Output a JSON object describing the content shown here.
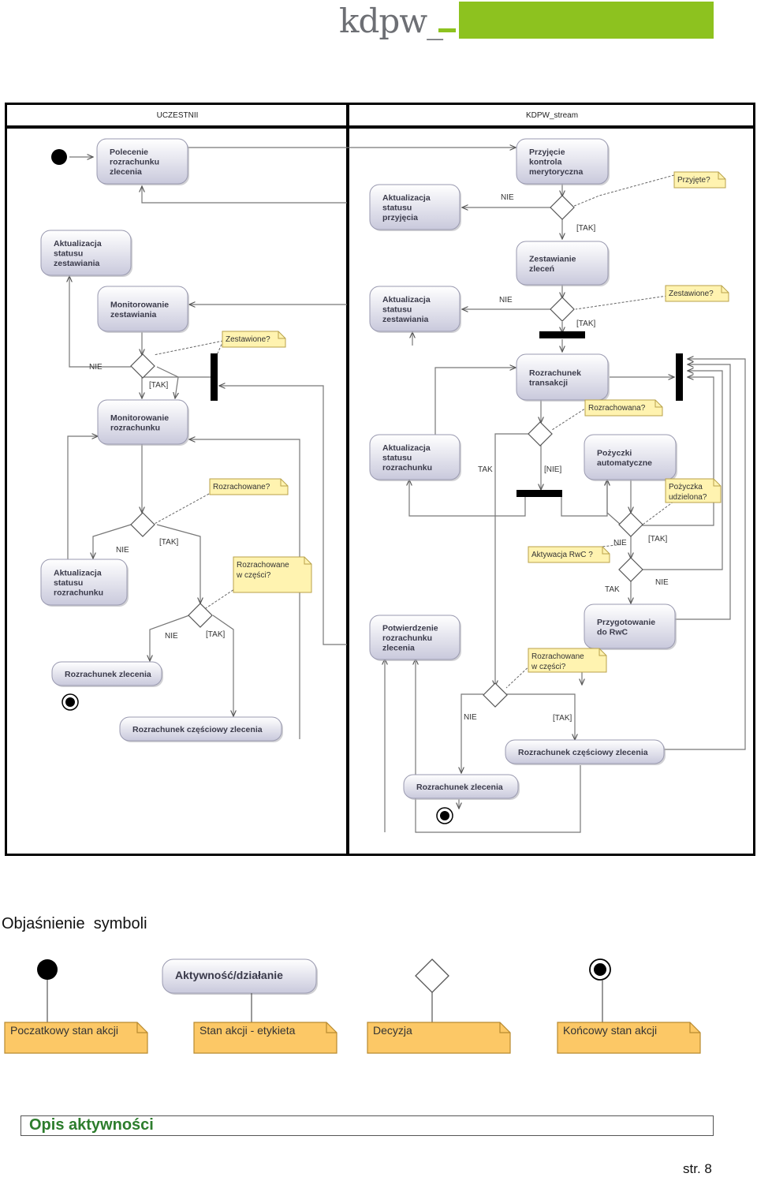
{
  "header": {
    "logo_text": "kdpw_"
  },
  "diagram": {
    "lanes": [
      "UCZESTNII",
      "KDPW_stream"
    ],
    "activities": [
      {
        "id": "a1",
        "lines": [
          "Polecenie",
          "rozrachunku",
          "zlecenia"
        ]
      },
      {
        "id": "a2",
        "lines": [
          "Przyjęcie",
          "kontrola",
          "merytoryczna"
        ]
      },
      {
        "id": "a3",
        "lines": [
          "Aktualizacja",
          "statusu",
          "przyjęcia"
        ]
      },
      {
        "id": "a4",
        "lines": [
          "Aktualizacja",
          "statusu",
          "zestawiania"
        ]
      },
      {
        "id": "a5",
        "lines": [
          "Zestawianie",
          "zleceń"
        ]
      },
      {
        "id": "a6",
        "lines": [
          "Monitorowanie",
          "zestawiania"
        ]
      },
      {
        "id": "a7",
        "lines": [
          "Aktualizacja",
          "statusu",
          "zestawiania"
        ]
      },
      {
        "id": "a8",
        "lines": [
          "Rozrachunek",
          "transakcji"
        ]
      },
      {
        "id": "a9",
        "lines": [
          "Monitorowanie",
          "rozrachunku"
        ]
      },
      {
        "id": "a10",
        "lines": [
          "Aktualizacja",
          "statusu",
          "rozrachunku"
        ]
      },
      {
        "id": "a11",
        "lines": [
          "Pożyczki",
          "automatyczne"
        ]
      },
      {
        "id": "a12",
        "lines": [
          "Aktualizacja",
          "statusu",
          "rozrachunku"
        ]
      },
      {
        "id": "a13",
        "lines": [
          "Potwierdzenie",
          "rozrachunku",
          "zlecenia"
        ]
      },
      {
        "id": "a14",
        "lines": [
          "Przygotowanie",
          "do RwC"
        ]
      },
      {
        "id": "a15",
        "lines": [
          "Rozrachunek zlecenia"
        ]
      },
      {
        "id": "a16",
        "lines": [
          "Rozrachunek częściowy zlecenia"
        ]
      },
      {
        "id": "a17",
        "lines": [
          "Rozrachunek częściowy zlecenia"
        ]
      },
      {
        "id": "a18",
        "lines": [
          "Rozrachunek zlecenia"
        ]
      }
    ],
    "notes": [
      {
        "id": "n1",
        "lines": [
          "Przyjęte?"
        ]
      },
      {
        "id": "n2",
        "lines": [
          "Zestawione?"
        ]
      },
      {
        "id": "n3",
        "lines": [
          "Zestawione?"
        ]
      },
      {
        "id": "n4",
        "lines": [
          "Rozrachowana?"
        ]
      },
      {
        "id": "n5",
        "lines": [
          "Rozrachowane?"
        ]
      },
      {
        "id": "n6",
        "lines": [
          "Pożyczka",
          "udzielona?"
        ]
      },
      {
        "id": "n7",
        "lines": [
          "Rozrachowane",
          "w części?"
        ]
      },
      {
        "id": "n8",
        "lines": [
          "Aktywacja RwC ?"
        ]
      },
      {
        "id": "n9",
        "lines": [
          "Rozrachowane",
          "w części?"
        ]
      }
    ],
    "guards": [
      {
        "id": "g1",
        "text": "NIE"
      },
      {
        "id": "g2",
        "text": "[TAK]"
      },
      {
        "id": "g3",
        "text": "NIE"
      },
      {
        "id": "g4",
        "text": "[TAK]"
      },
      {
        "id": "g5",
        "text": "NIE"
      },
      {
        "id": "g6",
        "text": "[TAK]"
      },
      {
        "id": "g7",
        "text": "TAK"
      },
      {
        "id": "g8",
        "text": "[NIE]"
      },
      {
        "id": "g9",
        "text": "NIE"
      },
      {
        "id": "g10",
        "text": "[TAK]"
      },
      {
        "id": "g11",
        "text": "NIE"
      },
      {
        "id": "g12",
        "text": "[TAK]"
      },
      {
        "id": "g13",
        "text": "TAK"
      },
      {
        "id": "g14",
        "text": "NIE"
      },
      {
        "id": "g15",
        "text": "NIE"
      },
      {
        "id": "g16",
        "text": "[TAK]"
      },
      {
        "id": "g17",
        "text": "NIE"
      },
      {
        "id": "g18",
        "text": "[TAK]"
      }
    ]
  },
  "legend": {
    "title": "Objaśnienie  symboli",
    "activity_example": "Aktywność/działanie",
    "labels": [
      "Poczatkowy stan akcji",
      "Stan akcji - etykieta",
      "Decyzja",
      "Końcowy stan akcji"
    ]
  },
  "footer": {
    "section_title": "Opis aktywności",
    "page_number": "str. 8"
  },
  "colors": {
    "brand_green": "#8dc21f",
    "note_fill": "#fff3b0",
    "legend_note_fill": "#fcc866",
    "activity_fill_top": "#ffffff",
    "activity_fill_bottom": "#c9c9dc"
  }
}
